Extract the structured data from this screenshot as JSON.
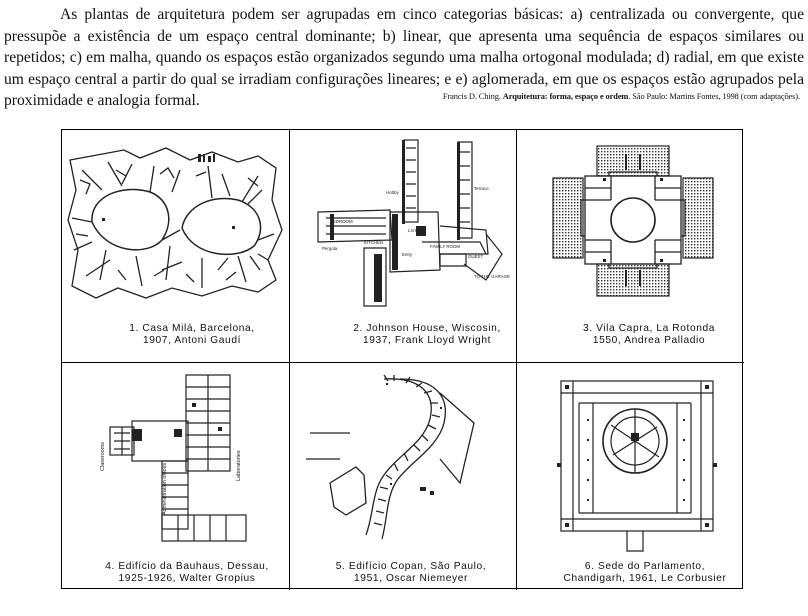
{
  "paragraph": "As plantas de arquitetura podem ser agrupadas em cinco categorias básicas: a) centralizada ou convergente, que pressupõe a existência de um espaço central dominante; b) linear, que apresenta uma sequência de espaços similares ou repetidos; c) em malha, quando os espaços estão organizados segundo uma malha ortogonal modulada; d) radial, em que existe um espaço central a partir do qual se irradiam configurações lineares; e e) aglomerada, em que os espaços estão agrupados pela proximidade e analogia formal.",
  "source": {
    "author": "Francis D. Ching.",
    "title": "Arquitetura: forma, espaço e ordem",
    "rest": ". São Paulo: Martins Fontes, 1998 (com adaptações)."
  },
  "figures": [
    {
      "caption": "1. Casa Milá, Barcelona,\n1907, Antoni Gaudí"
    },
    {
      "caption": "2. Johnson House, Wiscosin,\n1937, Frank Lloyd Wright",
      "labels": [
        "Hobby",
        "Terrace",
        "Pergola",
        "Entry",
        "KITCHEN",
        "FAMILY ROOM",
        "BEDROOM",
        "GUEST",
        "TO THE GARAGE",
        "LIVING"
      ]
    },
    {
      "caption": "3. Vila Capra, La  Rotonda\n1550, Andrea Palladio"
    },
    {
      "caption": "4. Edifício da Bauhaus, Dessau,\n1925-1926, Walter Gropius",
      "labels": [
        "Laboratories",
        "Administration offices",
        "Classrooms"
      ]
    },
    {
      "caption": "5. Edifício Copan, São Paulo,\n1951, Oscar Niemeyer"
    },
    {
      "caption": "6. Sede do Parlamento,\nChandigarh, 1961, Le Corbusier"
    }
  ]
}
